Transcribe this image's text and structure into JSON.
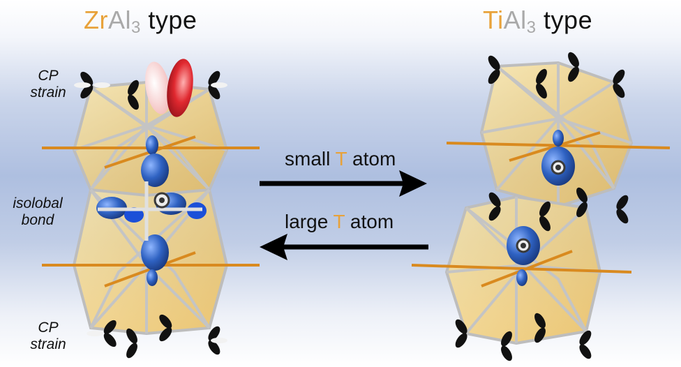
{
  "titles": {
    "left": {
      "element_t": "Zr",
      "element_al": "Al",
      "subscript": "3",
      "suffix": "type"
    },
    "right": {
      "element_t": "Ti",
      "element_al": "Al",
      "subscript": "3",
      "suffix": "type"
    }
  },
  "side_labels": {
    "cp_top": [
      "CP",
      "strain"
    ],
    "isolobal": [
      "isolobal",
      "bond"
    ],
    "cp_bottom": [
      "CP",
      "strain"
    ]
  },
  "arrows": {
    "forward": {
      "prefix": "small ",
      "highlight": "T",
      "suffix": " atom"
    },
    "backward": {
      "prefix": "large ",
      "highlight": "T",
      "suffix": " atom"
    }
  },
  "colors": {
    "polyhedron": "#f5cf72",
    "rod": "#d98a1f",
    "orbital_blue": "#2f62c2",
    "lobe_black": "#111111",
    "strain_red": "#e0282f",
    "highlight_text": "#e8a23a",
    "al_text": "#a9a9a9"
  }
}
